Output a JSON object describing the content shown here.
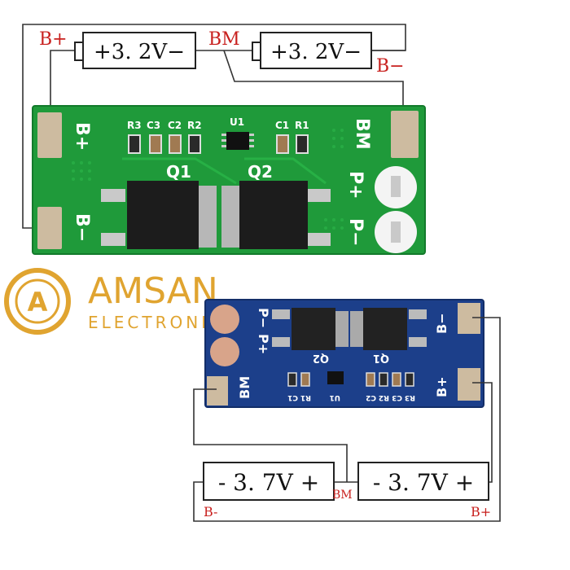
{
  "top_diagram": {
    "label_bplus": "B+",
    "label_bm": "BM",
    "label_bminus": "B−",
    "battery_left": "+3. 2V−",
    "battery_right": "+3. 2V−"
  },
  "green_board": {
    "silk_bplus": "B+",
    "silk_bminus": "B−",
    "silk_bm": "BM",
    "silk_pplus": "P+",
    "silk_pminus": "P−",
    "silk_q1": "Q1",
    "silk_q2": "Q2",
    "silk_u1": "U1",
    "silk_r3": "R3",
    "silk_c3": "C3",
    "silk_c2": "C2",
    "silk_r2": "R2",
    "silk_c1": "C1",
    "silk_r1": "R1"
  },
  "brand": {
    "logo_letter": "A",
    "name": "AMSAN",
    "tagline": "ELECTRONICS",
    "color": "#e0a430"
  },
  "blue_board": {
    "silk_pminus": "P−",
    "silk_pplus": "P+",
    "silk_bm": "BM",
    "silk_bminus": "B−",
    "silk_bplus": "B+",
    "silk_q2": "Q2",
    "silk_q1": "Q1",
    "silk_u1": "U1",
    "silk_r3": "R3",
    "silk_c3": "C3",
    "silk_c2": "C2",
    "silk_r2": "R2",
    "silk_c1": "C1",
    "silk_r1": "R1"
  },
  "bottom_diagram": {
    "battery_left": "- 3. 7V +",
    "battery_right": "- 3. 7V +",
    "label_bm": "BM",
    "label_bminus": "B-",
    "label_bplus": "B+"
  },
  "colors": {
    "green_pcb": "#1f9a3a",
    "blue_pcb": "#1c3f8a",
    "pad_tin": "#cdbba0",
    "label_red": "#c8201e"
  }
}
